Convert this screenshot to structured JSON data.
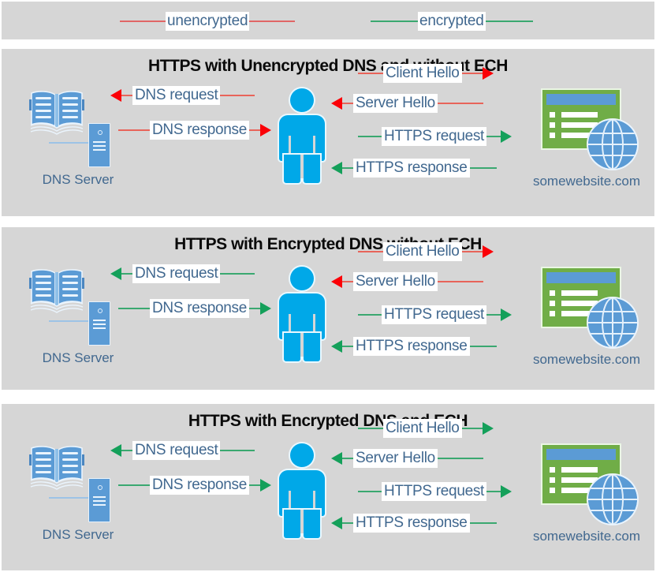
{
  "legend": {
    "items": [
      {
        "label": "unencrypted",
        "color": "#e06666",
        "name": "legend-unencrypted"
      },
      {
        "label": "encrypted",
        "color": "#3aa870",
        "name": "legend-encrypted"
      }
    ]
  },
  "colors": {
    "panel_background": "#d6d6d6",
    "page_background": "#ffffff",
    "unencrypted_line": "#e8645a",
    "unencrypted_head": "#fb0007",
    "encrypted_line": "#3aa870",
    "encrypted_head": "#14a05a",
    "label_text": "#41688f",
    "title_text": "#0a0a0a",
    "person": "#00a8e8",
    "server_blue": "#5b9bd5",
    "website_green": "#70ad47"
  },
  "nodes": {
    "dns_server_label": "DNS Server",
    "website_label": "somewebsite.com",
    "dns_icon": "open-book-directory-icon",
    "server_icon": "server-tower-icon",
    "client_icon": "person-icon",
    "website_icon": "browser-window-globe-icon"
  },
  "panels": [
    {
      "id": "panel-1",
      "title": "HTTPS with Unencrypted DNS and without ECH",
      "dns_server_label": "DNS Server",
      "website_label": "somewebsite.com",
      "flows": [
        {
          "label": "DNS request",
          "direction": "left",
          "encrypted": false,
          "side": "dns"
        },
        {
          "label": "DNS response",
          "direction": "right",
          "encrypted": false,
          "side": "dns"
        },
        {
          "label": "Client Hello",
          "direction": "right",
          "encrypted": false,
          "side": "web"
        },
        {
          "label": "Server Hello",
          "direction": "left",
          "encrypted": false,
          "side": "web"
        },
        {
          "label": "HTTPS request",
          "direction": "right",
          "encrypted": true,
          "side": "web"
        },
        {
          "label": "HTTPS response",
          "direction": "left",
          "encrypted": true,
          "side": "web"
        }
      ]
    },
    {
      "id": "panel-2",
      "title": "HTTPS with Encrypted DNS without ECH",
      "dns_server_label": "DNS Server",
      "website_label": "somewebsite.com",
      "flows": [
        {
          "label": "DNS request",
          "direction": "left",
          "encrypted": true,
          "side": "dns"
        },
        {
          "label": "DNS response",
          "direction": "right",
          "encrypted": true,
          "side": "dns"
        },
        {
          "label": "Client Hello",
          "direction": "right",
          "encrypted": false,
          "side": "web"
        },
        {
          "label": "Server Hello",
          "direction": "left",
          "encrypted": false,
          "side": "web"
        },
        {
          "label": "HTTPS request",
          "direction": "right",
          "encrypted": true,
          "side": "web"
        },
        {
          "label": "HTTPS response",
          "direction": "left",
          "encrypted": true,
          "side": "web"
        }
      ]
    },
    {
      "id": "panel-3",
      "title": "HTTPS with Encrypted DNS and ECH",
      "dns_server_label": "DNS Server",
      "website_label": "somewebsite.com",
      "flows": [
        {
          "label": "DNS request",
          "direction": "left",
          "encrypted": true,
          "side": "dns"
        },
        {
          "label": "DNS response",
          "direction": "right",
          "encrypted": true,
          "side": "dns"
        },
        {
          "label": "Client Hello",
          "direction": "right",
          "encrypted": true,
          "side": "web"
        },
        {
          "label": "Server Hello",
          "direction": "left",
          "encrypted": true,
          "side": "web"
        },
        {
          "label": "HTTPS request",
          "direction": "right",
          "encrypted": true,
          "side": "web"
        },
        {
          "label": "HTTPS response",
          "direction": "left",
          "encrypted": true,
          "side": "web"
        }
      ]
    }
  ]
}
